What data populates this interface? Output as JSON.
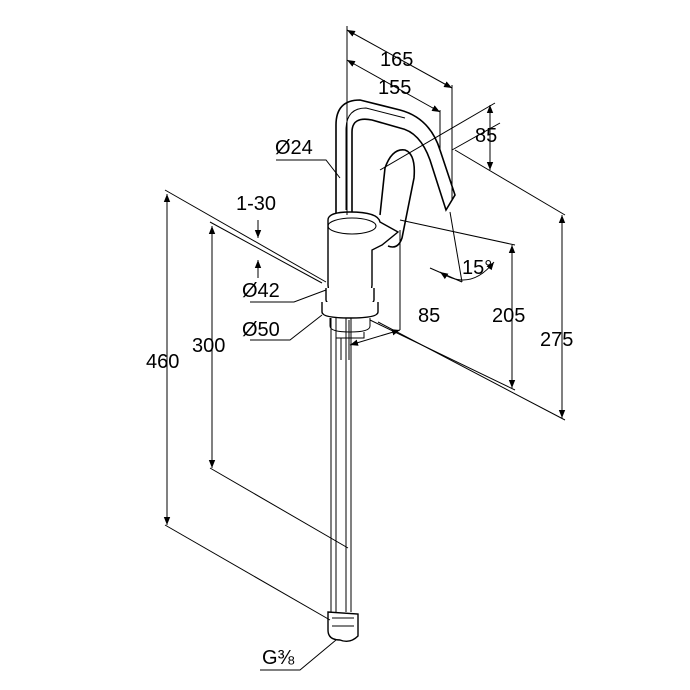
{
  "dimensions": {
    "d165": "165",
    "d155": "155",
    "d85_top": "85",
    "d24": "Ø24",
    "d1_30": "1-30",
    "d15": "15°",
    "d42": "Ø42",
    "d50": "Ø50",
    "d85_base": "85",
    "d205": "205",
    "d275": "275",
    "d300": "300",
    "d460": "460",
    "thread": "G⅜"
  },
  "colors": {
    "stroke": "#000000",
    "background": "#ffffff"
  }
}
